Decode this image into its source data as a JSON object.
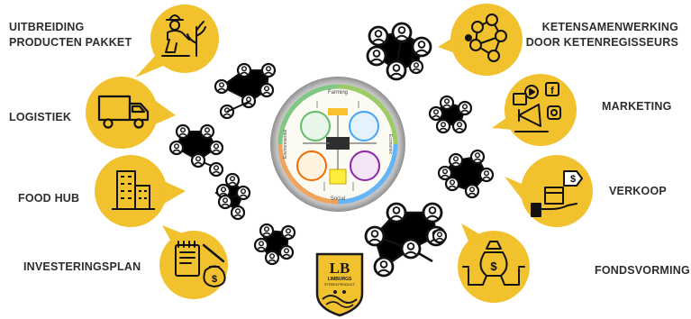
{
  "accent": "#F2C12E",
  "ink": "#111111",
  "labels": {
    "uitbreiding_line1": "UITBREIDING",
    "uitbreiding_line2": "PRODUCTEN PAKKET",
    "logistiek": "LOGISTIEK",
    "food_hub": "FOOD HUB",
    "investeringsplan": "INVESTERINGSPLAN",
    "keten_line1": "KETENSAMENWERKING",
    "keten_line2": "DOOR KETENREGISSEURS",
    "marketing": "MARKETING",
    "verkoop": "VERKOOP",
    "fondsvorming": "FONDSVORMING"
  },
  "center": {
    "top_label": "Farming",
    "right_label": "Economic",
    "bottom_label": "Social",
    "left_label": "Environmental"
  },
  "logo": {
    "letters": "LB",
    "line1": "LIMBURGS",
    "line2": "STREEKPRODUCT"
  },
  "icons": [
    "farmer-planting-icon",
    "delivery-truck-icon",
    "office-building-icon",
    "contract-money-bag-icon",
    "network-cooperation-icon",
    "marketing-megaphone-icon",
    "hand-box-price-tag-icon",
    "hands-money-bag-icon"
  ]
}
